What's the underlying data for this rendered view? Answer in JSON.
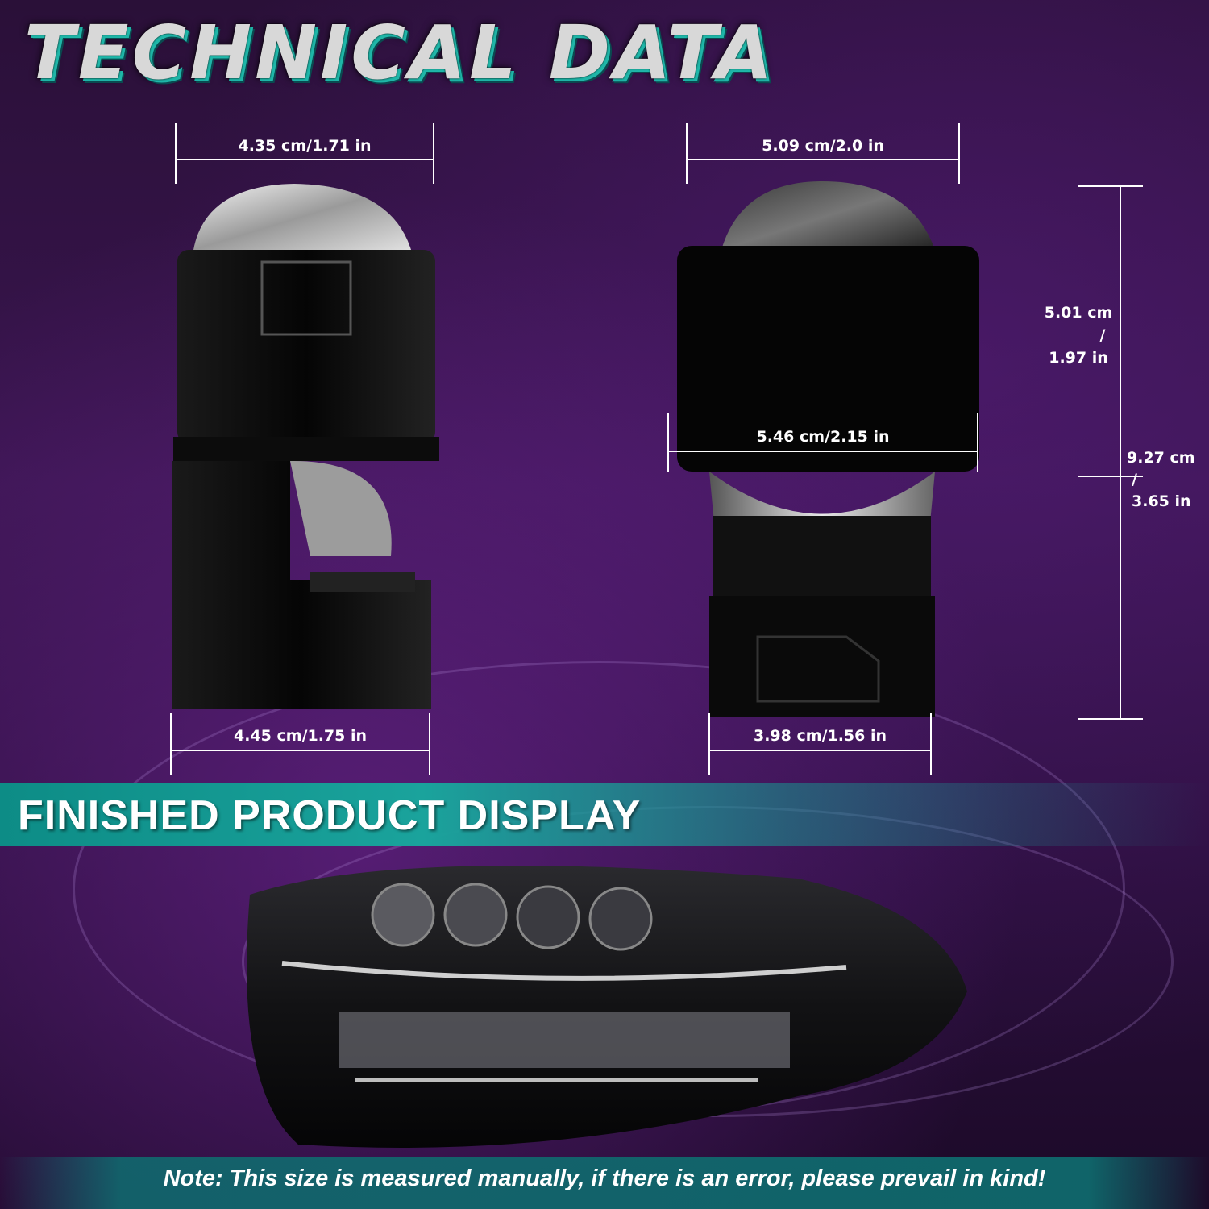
{
  "title": "TECHNICAL DATA",
  "dimensions": {
    "left_top_width": "4.35 cm/1.71 in",
    "left_bottom_width": "4.45 cm/1.75 in",
    "right_top_width": "5.09 cm/2.0 in",
    "right_mid_width": "5.46 cm/2.15 in",
    "right_bottom_width": "3.98 cm/1.56 in",
    "upper_height_cm": "5.01 cm",
    "upper_height_sep": "/",
    "upper_height_in": "1.97 in",
    "total_height_cm": "9.27 cm",
    "total_height_sep": "/",
    "total_height_in": "3.65 in"
  },
  "section_banner": "FINISHED PRODUCT DISPLAY",
  "note": "Note: This size is measured manually, if there is an error, please prevail in kind!",
  "colors": {
    "accent_teal": "#1aa39c",
    "background_purple": "#3a1550"
  }
}
